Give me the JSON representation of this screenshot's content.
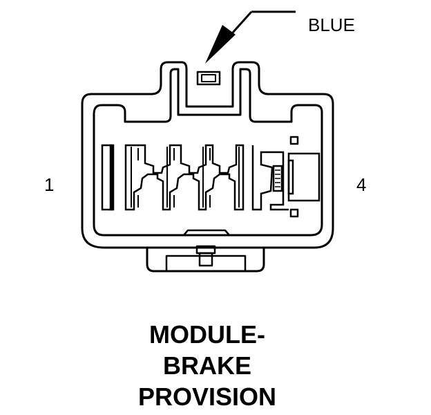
{
  "callout": {
    "color_label": "BLUE"
  },
  "pins": {
    "left": "1",
    "right": "4"
  },
  "caption": {
    "lines": [
      "MODULE-",
      "BRAKE",
      "PROVISION"
    ]
  }
}
